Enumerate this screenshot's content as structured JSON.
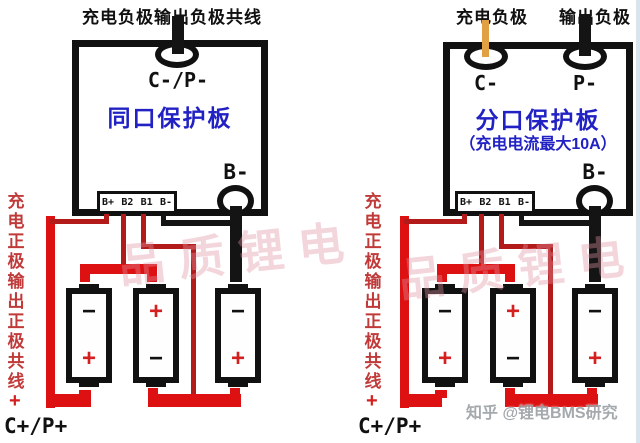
{
  "symbols": {
    "plus": "+",
    "minus": "−"
  },
  "left_diagram": {
    "top_label": "充电负极输出负极共线",
    "port_label": "C-/P-",
    "board_title": "同口保护板",
    "bminus_label": "B-",
    "pins": [
      "B+",
      "B2",
      "B1",
      "B-"
    ],
    "side_label": "充电正极输出正极共线",
    "side_plus": "+",
    "output_label": "C+/P+"
  },
  "right_diagram": {
    "charge_neg_label": "充电负极",
    "output_neg_label": "输出负极",
    "c_label": "C-",
    "p_label": "P-",
    "board_title": "分口保护板",
    "board_subtitle": "（充电电流最大10A）",
    "bminus_label": "B-",
    "pins": [
      "B+",
      "B2",
      "B1",
      "B-"
    ],
    "side_label": "充电正极输出正极共线",
    "side_plus": "+",
    "output_label": "C+/P+"
  },
  "watermarks": {
    "diagonal_left": "品质锂电",
    "diagonal_right": "品质锂电",
    "credit": "知乎 @锂电BMS研究"
  },
  "colors": {
    "power_wire_red": "#dd1111",
    "sense_wire_red": "#b31a1a",
    "negative_wire_black": "#141414",
    "charge_neg_wire_orange": "#e2a045",
    "board_text_blue": "#2222c4",
    "side_text_red": "#c03a3a",
    "watermark_pink": "#e094a4",
    "credit_gray": "#9aa0a4"
  }
}
